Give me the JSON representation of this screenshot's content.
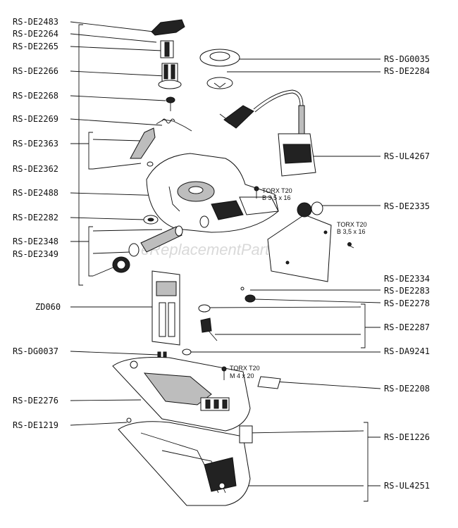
{
  "left_labels": [
    "RS-DE2483",
    "RS-DE2264",
    "RS-DE2265",
    "RS-DE2266",
    "RS-DE2268",
    "RS-DE2269",
    "RS-DE2363",
    "RS-DE2362",
    "RS-DE2488",
    "RS-DE2282",
    "RS-DE2348",
    "RS-DE2349",
    "ZD060",
    "RS-DG0037",
    "RS-DE2276",
    "RS-DE1219"
  ],
  "right_labels": [
    "RS-DG0035",
    "RS-DE2284",
    "RS-UL4267",
    "RS-DE2335",
    "RS-DE2334",
    "RS-DE2283",
    "RS-DE2278",
    "RS-DE2287",
    "RS-DA9241",
    "RS-DE2208",
    "RS-DE1226",
    "RS-UL4251"
  ],
  "screw_notes": [
    {
      "line1": "TORX T20",
      "line2": "B 3,5 x 16"
    },
    {
      "line1": "TORX T20",
      "line2": "B 3,5 x 16"
    },
    {
      "line1": "TORX T20",
      "line2": "M 4 x 20"
    }
  ],
  "watermark": "eReplacementParts.com"
}
